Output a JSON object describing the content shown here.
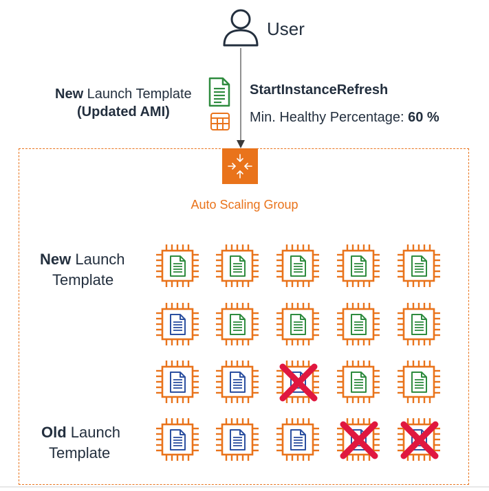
{
  "user": {
    "label": "User"
  },
  "request": {
    "api_call": "StartInstanceRefresh",
    "min_healthy_label": "Min. Healthy Percentage:",
    "min_healthy_value": "60 %"
  },
  "new_template": {
    "bold": "New",
    "rest": " Launch Template",
    "line2": "(Updated AMI)"
  },
  "asg": {
    "label": "Auto Scaling Group"
  },
  "row_labels": {
    "new_bold": "New",
    "new_rest": " Launch",
    "new_line2": "Template",
    "old_bold": "Old",
    "old_rest": " Launch",
    "old_line2": "Template"
  },
  "colors": {
    "orange": "#e9731b",
    "new_template_green": "#2e8b3e",
    "old_template_blue": "#2b4fa0",
    "terminated_red": "#e0173f"
  },
  "instance_grid": [
    [
      "new",
      "new",
      "new",
      "new",
      "new"
    ],
    [
      "old",
      "new",
      "new",
      "new",
      "new"
    ],
    [
      "old",
      "old",
      "terminated",
      "new",
      "new"
    ],
    [
      "old",
      "old",
      "old",
      "terminated",
      "terminated"
    ]
  ]
}
